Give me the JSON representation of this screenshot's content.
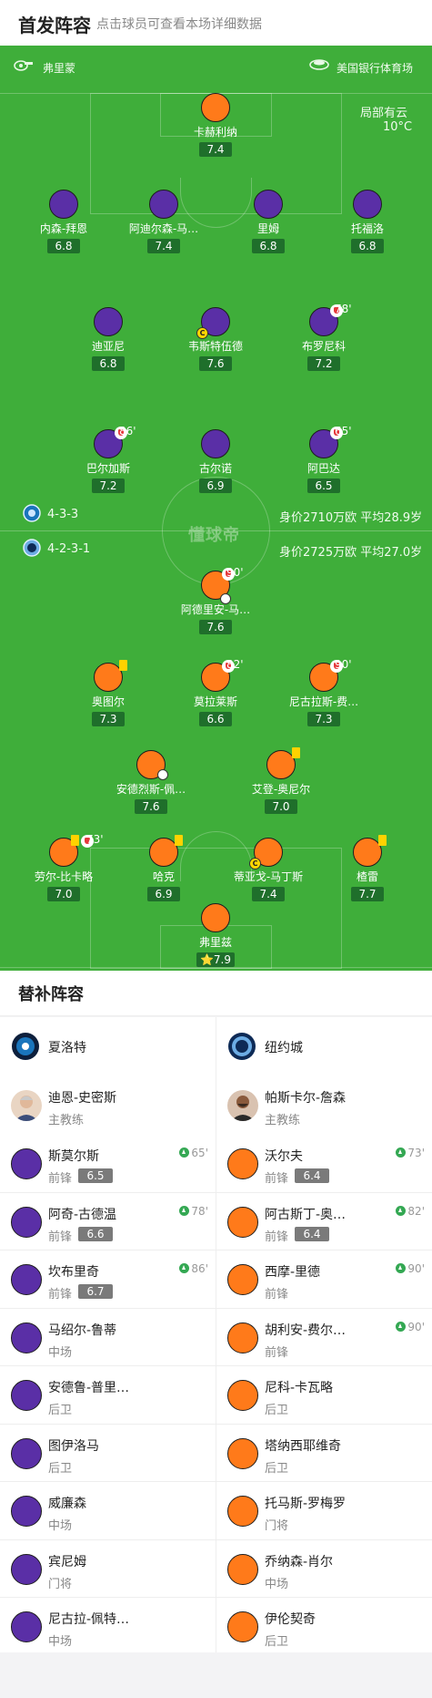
{
  "header": {
    "title": "首发阵容",
    "subtitle": "点击球员可查看本场详细数据"
  },
  "pitch": {
    "coach_label": "弗里蒙",
    "stadium": "美国银行体育场",
    "weather": "局部有云",
    "temperature": "10°C",
    "watermark": "懂球帝",
    "home": {
      "formation": "4-3-3",
      "value_text": "身价2710万欧 平均28.9岁"
    },
    "away": {
      "formation": "4-2-3-1",
      "value_text": "身价2725万欧 平均27.0岁"
    }
  },
  "home_players": [
    {
      "name": "卡赫利纳",
      "rating": "7.4"
    },
    {
      "name": "内森-拜恩",
      "rating": "6.8"
    },
    {
      "name": "阿迪尔森-马…",
      "rating": "7.4"
    },
    {
      "name": "里姆",
      "rating": "6.8"
    },
    {
      "name": "托福洛",
      "rating": "6.8"
    },
    {
      "name": "迪亚尼",
      "rating": "6.8"
    },
    {
      "name": "韦斯特伍德",
      "rating": "7.6"
    },
    {
      "name": "布罗尼科",
      "rating": "7.2",
      "sub_minute": "78'"
    },
    {
      "name": "巴尔加斯",
      "rating": "7.2",
      "sub_minute": "86'"
    },
    {
      "name": "古尔诺",
      "rating": "6.9"
    },
    {
      "name": "阿巴达",
      "rating": "6.5",
      "sub_minute": "65'"
    }
  ],
  "away_players": [
    {
      "name": "阿德里安-马…",
      "rating": "7.6",
      "sub_minute": "90'"
    },
    {
      "name": "奥图尔",
      "rating": "7.3"
    },
    {
      "name": "莫拉莱斯",
      "rating": "6.6",
      "sub_minute": "82'"
    },
    {
      "name": "尼古拉斯-费…",
      "rating": "7.3",
      "sub_minute": "90'"
    },
    {
      "name": "安德烈斯-佩…",
      "rating": "7.6"
    },
    {
      "name": "艾登-奥尼尔",
      "rating": "7.0"
    },
    {
      "name": "劳尔-比卡略",
      "rating": "7.0",
      "sub_minute": "73'"
    },
    {
      "name": "哈克",
      "rating": "6.9"
    },
    {
      "name": "蒂亚戈-马丁斯",
      "rating": "7.4"
    },
    {
      "name": "楂雷",
      "rating": "7.7"
    },
    {
      "name": "弗里兹",
      "rating": "⭐7.9"
    }
  ],
  "subs": {
    "title": "替补阵容",
    "home_team": "夏洛特",
    "away_team": "纽约城",
    "home_coach": {
      "name": "迪恩-史密斯",
      "role": "主教练"
    },
    "away_coach": {
      "name": "帕斯卡尔-詹森",
      "role": "主教练"
    },
    "home": [
      {
        "name": "斯莫尔斯",
        "position": "前锋",
        "rating": "6.5",
        "on_minute": "65'"
      },
      {
        "name": "阿奇-古德温",
        "position": "前锋",
        "rating": "6.6",
        "on_minute": "78'"
      },
      {
        "name": "坎布里奇",
        "position": "前锋",
        "rating": "6.7",
        "on_minute": "86'"
      },
      {
        "name": "马绍尔-鲁蒂",
        "position": "中场"
      },
      {
        "name": "安德鲁-普里…",
        "position": "后卫"
      },
      {
        "name": "图伊洛马",
        "position": "后卫"
      },
      {
        "name": "威廉森",
        "position": "中场"
      },
      {
        "name": "宾尼姆",
        "position": "门将"
      },
      {
        "name": "尼古拉-佩特…",
        "position": "中场"
      }
    ],
    "away": [
      {
        "name": "沃尔夫",
        "position": "前锋",
        "rating": "6.4",
        "on_minute": "73'"
      },
      {
        "name": "阿古斯丁-奥…",
        "position": "前锋",
        "rating": "6.4",
        "on_minute": "82'"
      },
      {
        "name": "西摩-里德",
        "position": "前锋",
        "on_minute": "90'"
      },
      {
        "name": "胡利安-费尔…",
        "position": "前锋",
        "on_minute": "90'"
      },
      {
        "name": "尼科-卡瓦略",
        "position": "后卫"
      },
      {
        "name": "塔纳西耶维奇",
        "position": "后卫"
      },
      {
        "name": "托马斯-罗梅罗",
        "position": "门将"
      },
      {
        "name": "乔纳森-肖尔",
        "position": "中场"
      },
      {
        "name": "伊伦契奇",
        "position": "后卫"
      }
    ]
  },
  "colors": {
    "pitch": "#3fae3a",
    "home": "#5a2fa6",
    "away": "#ff7a1a",
    "rating_bg": "#1f6f2b"
  }
}
